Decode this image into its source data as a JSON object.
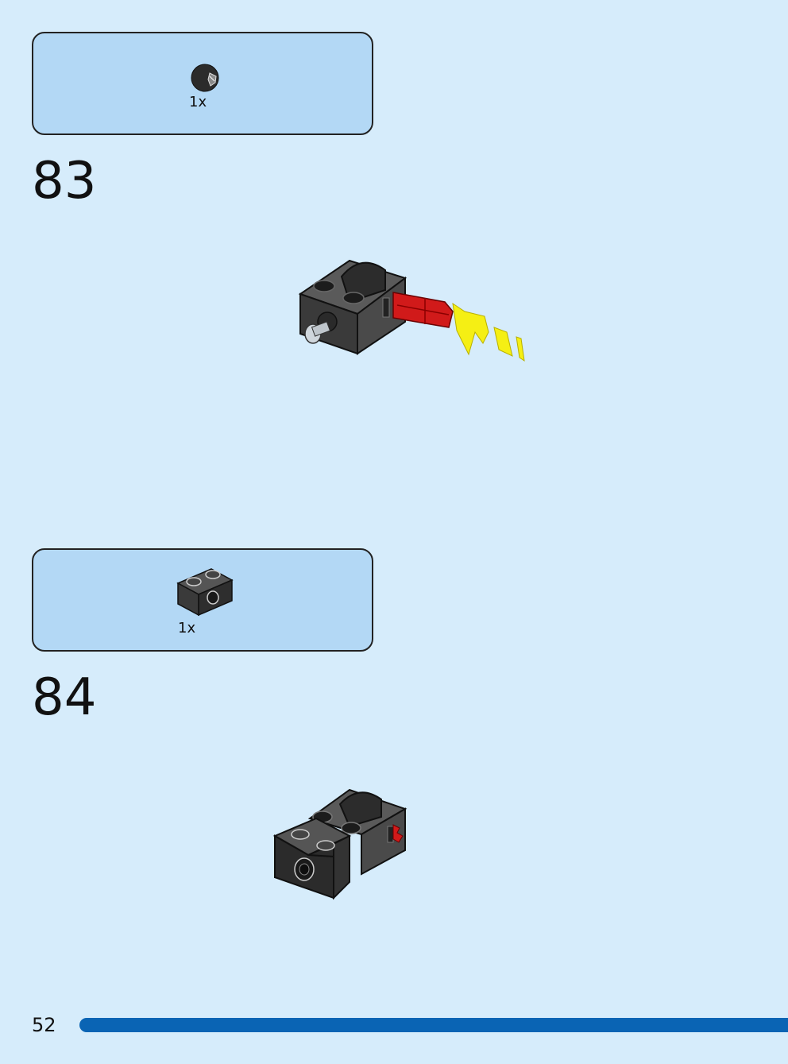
{
  "steps": [
    {
      "number": "83",
      "parts": [
        {
          "qty": "1x",
          "part_icon": "black-ball-joint-icon"
        }
      ]
    },
    {
      "number": "84",
      "parts": [
        {
          "qty": "1x",
          "part_icon": "black-technic-brick-1x2-icon"
        }
      ]
    }
  ],
  "footer": {
    "page_number": "52"
  },
  "colors": {
    "page_bg": "#d6ecfb",
    "parts_box_bg": "#b3d8f5",
    "progress_bar": "#0a64b4",
    "brick_dark": "#3a3a3a",
    "brick_top": "#555555",
    "axle_red": "#d11a1a",
    "arrow_yellow": "#f5ef14"
  }
}
